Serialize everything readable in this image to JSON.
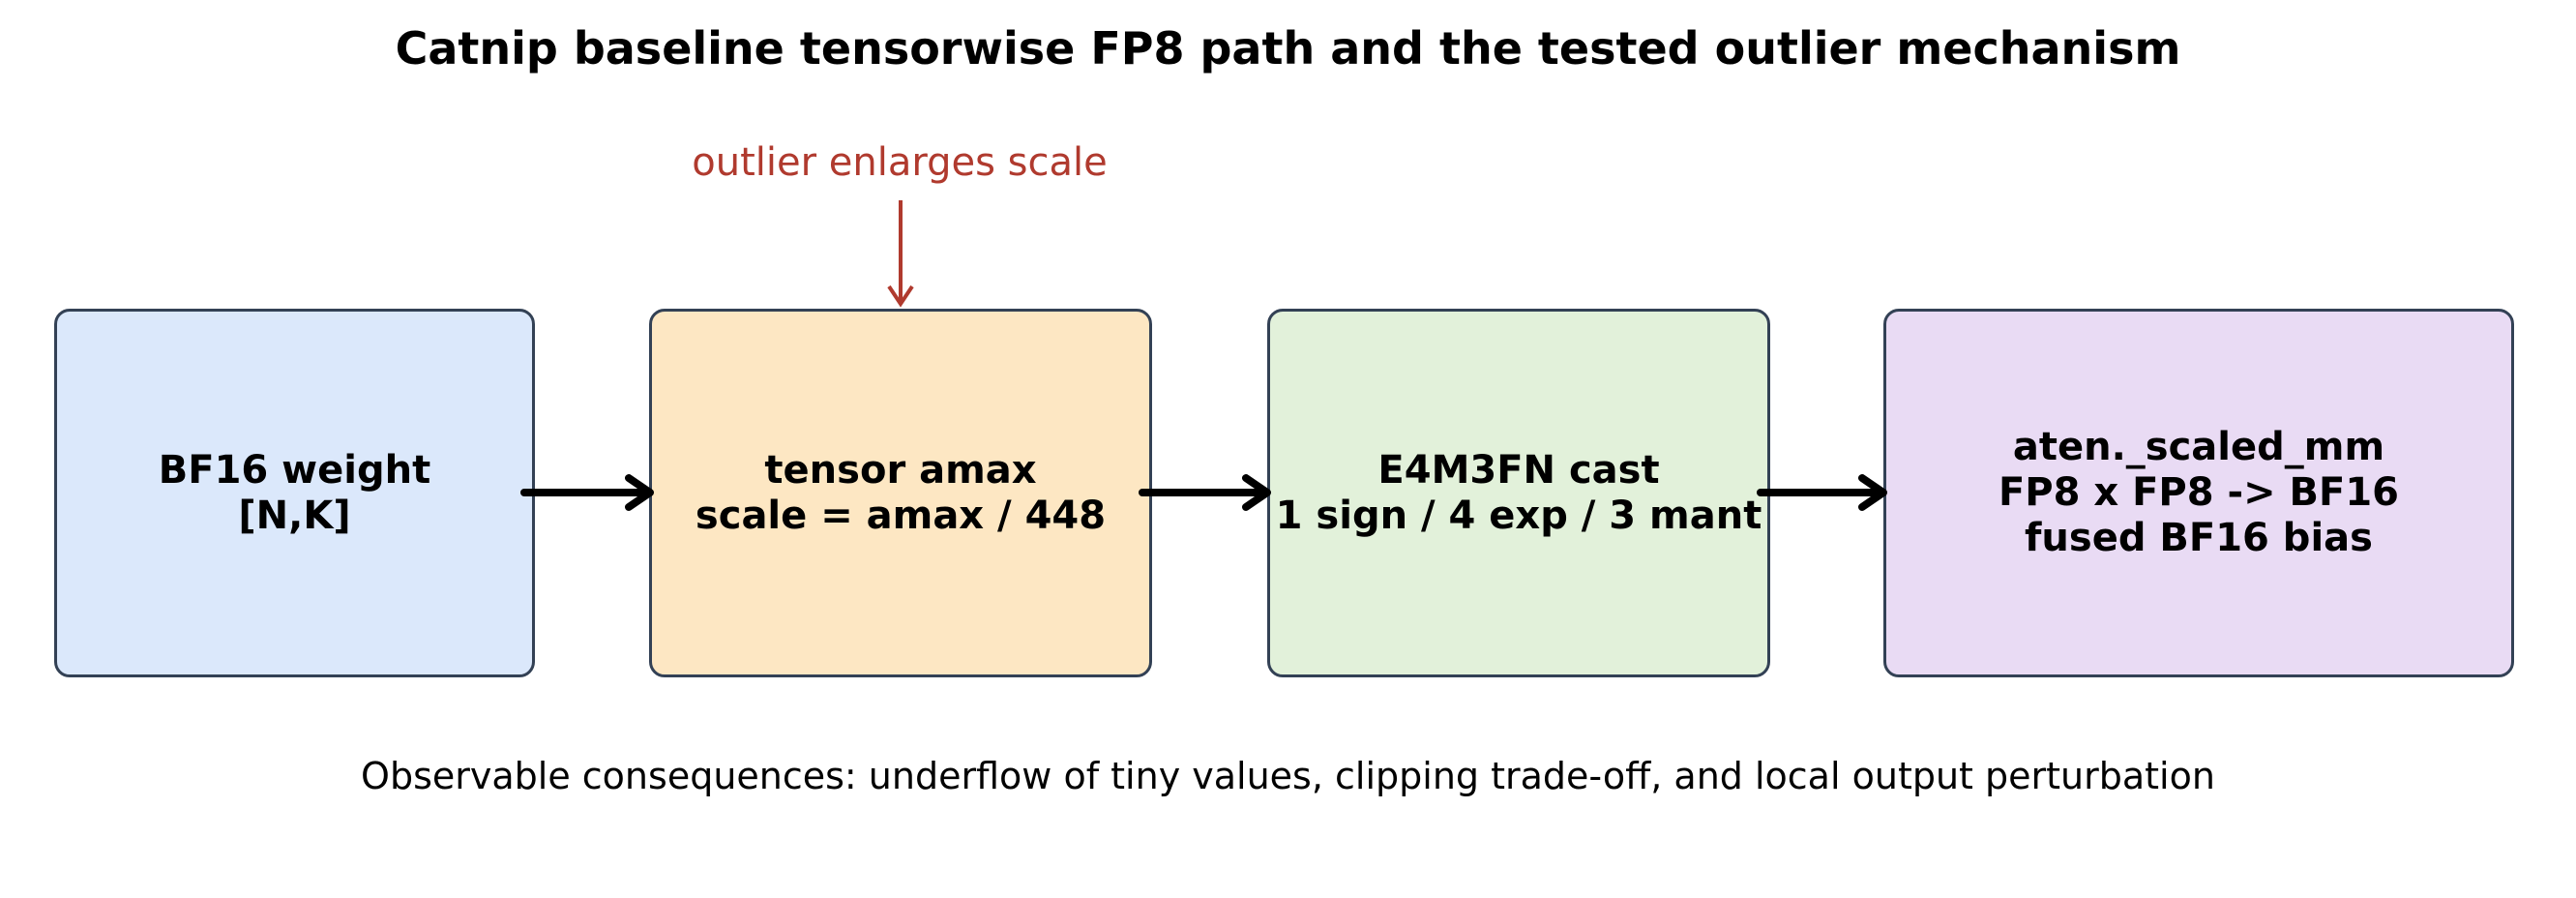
{
  "title": "Catnip baseline tensorwise FP8 path and the tested outlier mechanism",
  "annotation": "outlier enlarges scale",
  "boxes": [
    {
      "label": "BF16 weight\n[N,K]",
      "fill": "#dbe8fb"
    },
    {
      "label": "tensor amax\nscale = amax / 448",
      "fill": "#fde7c3"
    },
    {
      "label": "E4M3FN cast\n1 sign / 4 exp / 3 mant",
      "fill": "#e2f1da"
    },
    {
      "label": "aten._scaled_mm\nFP8 x FP8 -> BF16\nfused BF16 bias",
      "fill": "#e9dbf4"
    }
  ],
  "caption": "Observable consequences: underflow of tiny values, clipping trade-off, and local output perturbation",
  "colors": {
    "box_border": "#334155",
    "annotation": "#b03a2e",
    "arrow": "#000000"
  }
}
